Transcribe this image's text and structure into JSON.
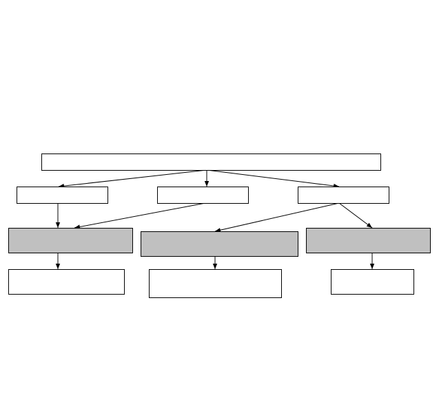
{
  "diagram": {
    "colors": {
      "background": "#ffffff",
      "box_fill": "#ffffff",
      "shaded_fill": "#c0c0c0",
      "stroke": "#000000"
    },
    "nodes": [
      {
        "id": "root",
        "text": "",
        "shaded": false
      },
      {
        "id": "level1-left",
        "text": "",
        "shaded": false
      },
      {
        "id": "level1-middle",
        "text": "",
        "shaded": false
      },
      {
        "id": "level1-right",
        "text": "",
        "shaded": false
      },
      {
        "id": "level2-left",
        "text": "",
        "shaded": true
      },
      {
        "id": "level2-middle",
        "text": "",
        "shaded": true
      },
      {
        "id": "level2-right",
        "text": "",
        "shaded": true
      },
      {
        "id": "level3-left",
        "text": "",
        "shaded": false
      },
      {
        "id": "level3-middle",
        "text": "",
        "shaded": false
      },
      {
        "id": "level3-right",
        "text": "",
        "shaded": false
      }
    ],
    "edges": [
      {
        "from": "root",
        "to": "level1-left"
      },
      {
        "from": "root",
        "to": "level1-middle"
      },
      {
        "from": "root",
        "to": "level1-right"
      },
      {
        "from": "level1-left",
        "to": "level2-left"
      },
      {
        "from": "level1-middle",
        "to": "level2-left"
      },
      {
        "from": "level1-right",
        "to": "level2-middle"
      },
      {
        "from": "level1-right",
        "to": "level2-right"
      },
      {
        "from": "level2-left",
        "to": "level3-left"
      },
      {
        "from": "level2-middle",
        "to": "level3-middle"
      },
      {
        "from": "level2-right",
        "to": "level3-right"
      }
    ]
  }
}
